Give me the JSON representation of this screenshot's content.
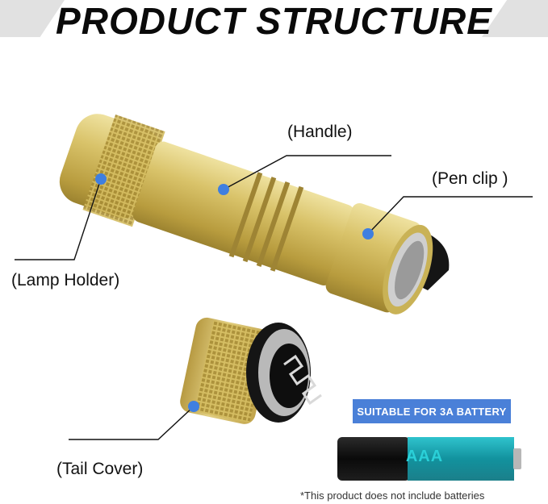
{
  "title": "PRODUCT STRUCTURE",
  "labels": {
    "handle": "(Handle)",
    "pen_clip": "(Pen clip )",
    "lamp_holder": "(Lamp Holder)",
    "tail_cover": "(Tail Cover)"
  },
  "battery": {
    "badge": "SUITABLE FOR 3A BATTERY",
    "type": "AAA"
  },
  "disclaimer": "*This product does not include batteries",
  "colors": {
    "gold": "#d8c165",
    "marker": "#3f7fe0",
    "badge": "#4a80d8",
    "battery_teal": "#1a9aa6"
  }
}
